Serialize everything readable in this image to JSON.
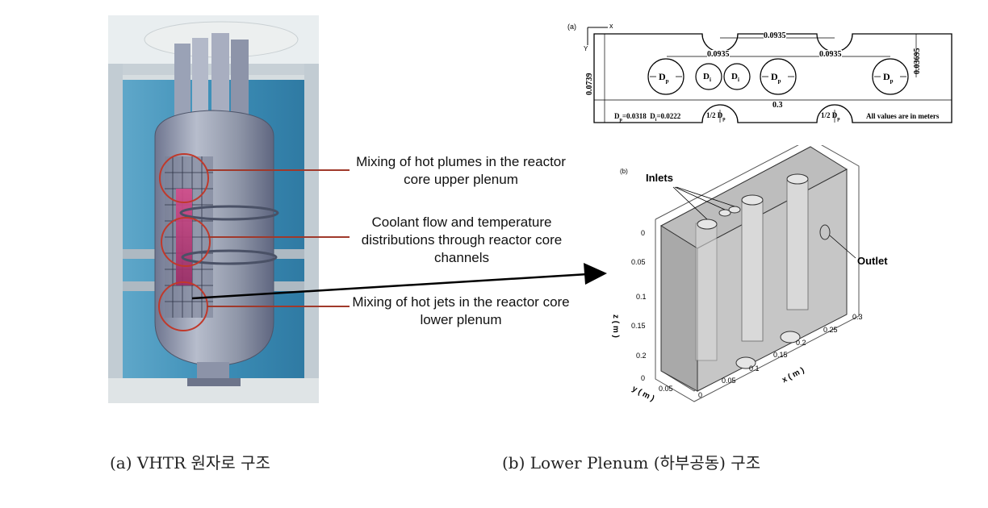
{
  "reactor_panel": {
    "callouts": [
      {
        "text": "Mixing of hot plumes in the reactor core upper plenum"
      },
      {
        "text": "Coolant flow and temperature distributions through reactor core channels"
      },
      {
        "text": "Mixing of hot jets in the reactor core lower plenum"
      }
    ]
  },
  "schematic_a": {
    "panel_label": "(a)",
    "axis_x": "x",
    "axis_y": "Y",
    "dims": {
      "top_spacing": "0.0935",
      "mid_spacing_left": "0.0935",
      "mid_spacing_right": "0.0935",
      "height": "0.0739",
      "offset": "0.03695",
      "width": "0.3"
    },
    "circle_labels": {
      "post": "D",
      "post_sub": "p",
      "inlet": "D",
      "inlet_sub": "i"
    },
    "half_label": "1/2 D",
    "half_sub": "p",
    "diameters_p": "D",
    "diameters_p_sub": "p",
    "diameters_p_val": "=0.0318",
    "diameters_i": "D",
    "diameters_i_sub": "i",
    "diameters_i_val": "=0.0222",
    "units_note": "All values are in meters"
  },
  "model_b": {
    "panel_label": "(b)",
    "inlets_label": "Inlets",
    "outlet_label": "Outlet",
    "z_axis_label": "z ( m )",
    "x_axis_label": "x ( m )",
    "y_axis_label": "y ( m )",
    "z_ticks": [
      "0",
      "0.05",
      "0.1",
      "0.15",
      "0.2"
    ],
    "x_ticks": [
      "0",
      "0.05",
      "0.1",
      "0.15",
      "0.2",
      "0.25",
      "0.3"
    ],
    "y_ticks": [
      "0",
      "0.05"
    ]
  },
  "captions": {
    "left": "(a) VHTR 원자로 구조",
    "right": "(b) Lower Plenum (하부공동) 구조"
  },
  "colors": {
    "highlight_circle": "#c0392b",
    "leader_line": "#a0392b",
    "arrow": "#000000",
    "background_blue": "#3d8fb8",
    "vessel_gray": "#8f96a8",
    "hot_core": "#c8307a"
  }
}
